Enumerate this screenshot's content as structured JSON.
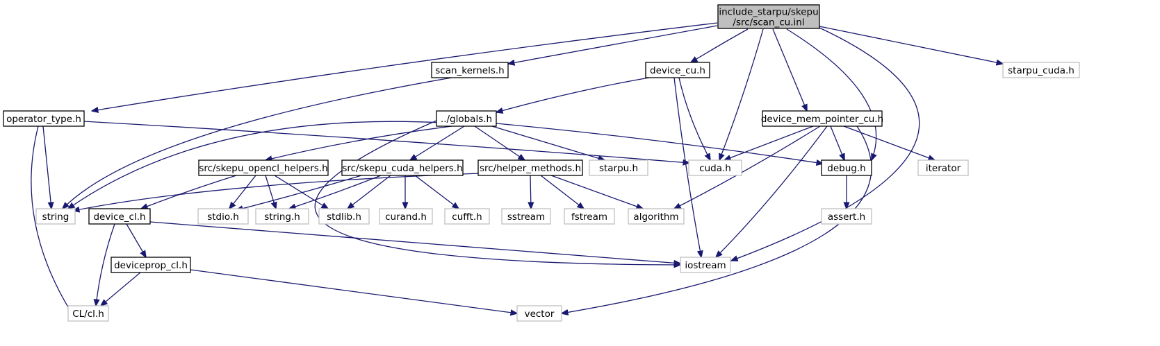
{
  "diagram": {
    "kind": "include-dependency-graph",
    "colors": {
      "edge": "#191970",
      "root_fill": "#bfbfbf",
      "node_border": "#000000",
      "external_border": "#bfbfbf",
      "text": "#000000"
    },
    "nodes": [
      {
        "id": "root",
        "lines": [
          "include_starpu/skepu",
          "/src/scan_cu.inl"
        ],
        "style": "root"
      },
      {
        "id": "scan_kernels",
        "lines": [
          "scan_kernels.h"
        ],
        "style": "local"
      },
      {
        "id": "device_cu",
        "lines": [
          "device_cu.h"
        ],
        "style": "local"
      },
      {
        "id": "starpu_cuda",
        "lines": [
          "starpu_cuda.h"
        ],
        "style": "external"
      },
      {
        "id": "operator_type",
        "lines": [
          "operator_type.h"
        ],
        "style": "local"
      },
      {
        "id": "globals",
        "lines": [
          "../globals.h"
        ],
        "style": "local"
      },
      {
        "id": "device_mem_pointer_cu",
        "lines": [
          "device_mem_pointer_cu.h"
        ],
        "style": "local"
      },
      {
        "id": "skepu_opencl_helpers",
        "lines": [
          "src/skepu_opencl_helpers.h"
        ],
        "style": "local"
      },
      {
        "id": "skepu_cuda_helpers",
        "lines": [
          "src/skepu_cuda_helpers.h"
        ],
        "style": "local"
      },
      {
        "id": "helper_methods",
        "lines": [
          "src/helper_methods.h"
        ],
        "style": "local"
      },
      {
        "id": "starpu",
        "lines": [
          "starpu.h"
        ],
        "style": "external"
      },
      {
        "id": "cuda",
        "lines": [
          "cuda.h"
        ],
        "style": "external"
      },
      {
        "id": "debug",
        "lines": [
          "debug.h"
        ],
        "style": "local"
      },
      {
        "id": "iterator",
        "lines": [
          "iterator"
        ],
        "style": "external"
      },
      {
        "id": "string",
        "lines": [
          "string"
        ],
        "style": "external"
      },
      {
        "id": "device_cl",
        "lines": [
          "device_cl.h"
        ],
        "style": "local"
      },
      {
        "id": "stdio",
        "lines": [
          "stdio.h"
        ],
        "style": "external"
      },
      {
        "id": "string_h",
        "lines": [
          "string.h"
        ],
        "style": "external"
      },
      {
        "id": "stdlib",
        "lines": [
          "stdlib.h"
        ],
        "style": "external"
      },
      {
        "id": "curand",
        "lines": [
          "curand.h"
        ],
        "style": "external"
      },
      {
        "id": "cufft",
        "lines": [
          "cufft.h"
        ],
        "style": "external"
      },
      {
        "id": "sstream",
        "lines": [
          "sstream"
        ],
        "style": "external"
      },
      {
        "id": "fstream",
        "lines": [
          "fstream"
        ],
        "style": "external"
      },
      {
        "id": "algorithm",
        "lines": [
          "algorithm"
        ],
        "style": "external"
      },
      {
        "id": "assert",
        "lines": [
          "assert.h"
        ],
        "style": "external"
      },
      {
        "id": "deviceprop_cl",
        "lines": [
          "deviceprop_cl.h"
        ],
        "style": "local"
      },
      {
        "id": "iostream",
        "lines": [
          "iostream"
        ],
        "style": "external"
      },
      {
        "id": "cl",
        "lines": [
          "CL/cl.h"
        ],
        "style": "external"
      },
      {
        "id": "vector",
        "lines": [
          "vector"
        ],
        "style": "external"
      }
    ],
    "edges": [
      {
        "from": "root",
        "to": "scan_kernels"
      },
      {
        "from": "root",
        "to": "device_cu"
      },
      {
        "from": "root",
        "to": "starpu_cuda"
      },
      {
        "from": "root",
        "to": "operator_type"
      },
      {
        "from": "root",
        "to": "cuda"
      },
      {
        "from": "root",
        "to": "device_mem_pointer_cu"
      },
      {
        "from": "root",
        "to": "debug"
      },
      {
        "from": "root",
        "to": "iostream"
      },
      {
        "from": "scan_kernels",
        "to": "string"
      },
      {
        "from": "device_cu",
        "to": "globals"
      },
      {
        "from": "device_cu",
        "to": "cuda"
      },
      {
        "from": "device_cu",
        "to": "iostream"
      },
      {
        "from": "operator_type",
        "to": "string"
      },
      {
        "from": "operator_type",
        "to": "cuda"
      },
      {
        "from": "operator_type",
        "to": "cl"
      },
      {
        "from": "globals",
        "to": "skepu_opencl_helpers"
      },
      {
        "from": "globals",
        "to": "skepu_cuda_helpers"
      },
      {
        "from": "globals",
        "to": "helper_methods"
      },
      {
        "from": "globals",
        "to": "starpu"
      },
      {
        "from": "globals",
        "to": "debug"
      },
      {
        "from": "globals",
        "to": "string"
      },
      {
        "from": "globals",
        "to": "iostream"
      },
      {
        "from": "device_mem_pointer_cu",
        "to": "cuda"
      },
      {
        "from": "device_mem_pointer_cu",
        "to": "debug"
      },
      {
        "from": "device_mem_pointer_cu",
        "to": "iterator"
      },
      {
        "from": "device_mem_pointer_cu",
        "to": "algorithm"
      },
      {
        "from": "device_mem_pointer_cu",
        "to": "iostream"
      },
      {
        "from": "device_mem_pointer_cu",
        "to": "vector"
      },
      {
        "from": "skepu_opencl_helpers",
        "to": "device_cl"
      },
      {
        "from": "skepu_opencl_helpers",
        "to": "stdio"
      },
      {
        "from": "skepu_opencl_helpers",
        "to": "string_h"
      },
      {
        "from": "skepu_opencl_helpers",
        "to": "stdlib"
      },
      {
        "from": "skepu_cuda_helpers",
        "to": "stdio"
      },
      {
        "from": "skepu_cuda_helpers",
        "to": "string_h"
      },
      {
        "from": "skepu_cuda_helpers",
        "to": "stdlib"
      },
      {
        "from": "skepu_cuda_helpers",
        "to": "curand"
      },
      {
        "from": "skepu_cuda_helpers",
        "to": "cufft"
      },
      {
        "from": "helper_methods",
        "to": "string"
      },
      {
        "from": "helper_methods",
        "to": "sstream"
      },
      {
        "from": "helper_methods",
        "to": "fstream"
      },
      {
        "from": "helper_methods",
        "to": "algorithm"
      },
      {
        "from": "debug",
        "to": "assert"
      },
      {
        "from": "device_cl",
        "to": "deviceprop_cl"
      },
      {
        "from": "device_cl",
        "to": "iostream"
      },
      {
        "from": "device_cl",
        "to": "cl"
      },
      {
        "from": "deviceprop_cl",
        "to": "cl"
      },
      {
        "from": "deviceprop_cl",
        "to": "vector"
      }
    ]
  }
}
